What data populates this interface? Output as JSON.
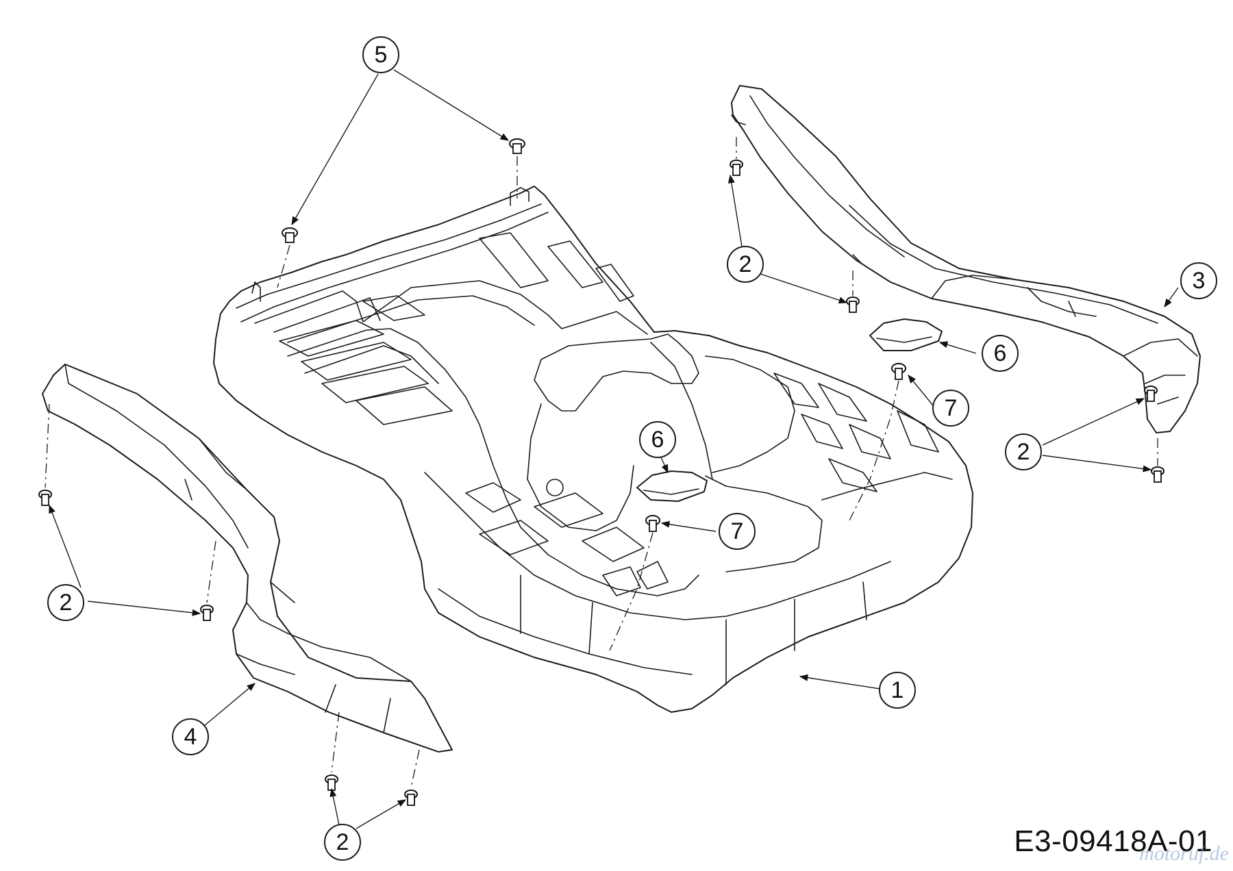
{
  "diagram": {
    "code": "E3-09418A-01",
    "watermark": "motoruf.de",
    "callouts": [
      "1",
      "2",
      "3",
      "4",
      "5",
      "6",
      "7"
    ]
  }
}
